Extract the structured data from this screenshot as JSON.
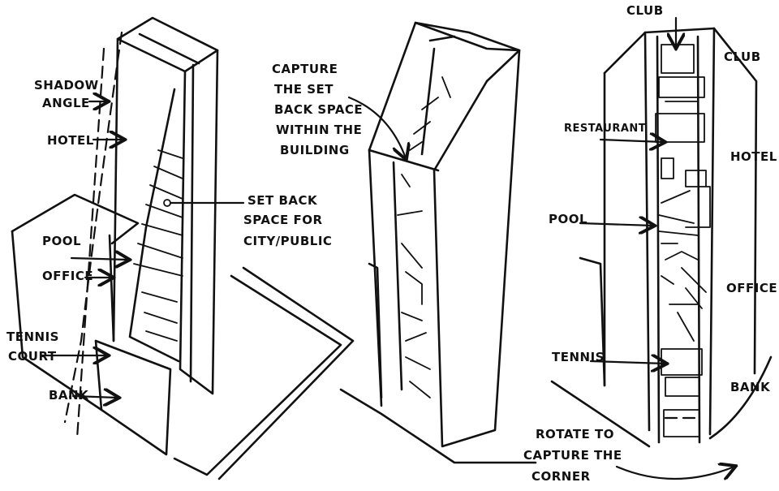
{
  "left_sketch": {
    "shadow_angle_1": "SHADOW",
    "shadow_angle_2": "ANGLE",
    "hotel": "HOTEL",
    "setback_1": "SET BACK",
    "setback_2": "SPACE FOR",
    "setback_3": "CITY/PUBLIC",
    "pool": "POOL",
    "office": "OFFICE",
    "tennis_1": "TENNIS",
    "tennis_2": "COURT",
    "bank": "BANK"
  },
  "middle_sketch": {
    "capture_1": "CAPTURE",
    "capture_2": "THE SET",
    "capture_3": "BACK SPACE",
    "capture_4": "WITHIN THE",
    "capture_5": "BUILDING"
  },
  "right_sketch": {
    "club_top": "CLUB",
    "club_right": "CLUB",
    "restaurant": "RESTAURANT",
    "hotel": "HOTEL",
    "pool": "POOL",
    "office": "OFFICE",
    "tennis": "TENNIS",
    "bank": "BANK",
    "rotate_1": "ROTATE TO",
    "rotate_2": "CAPTURE THE",
    "rotate_3": "CORNER"
  }
}
